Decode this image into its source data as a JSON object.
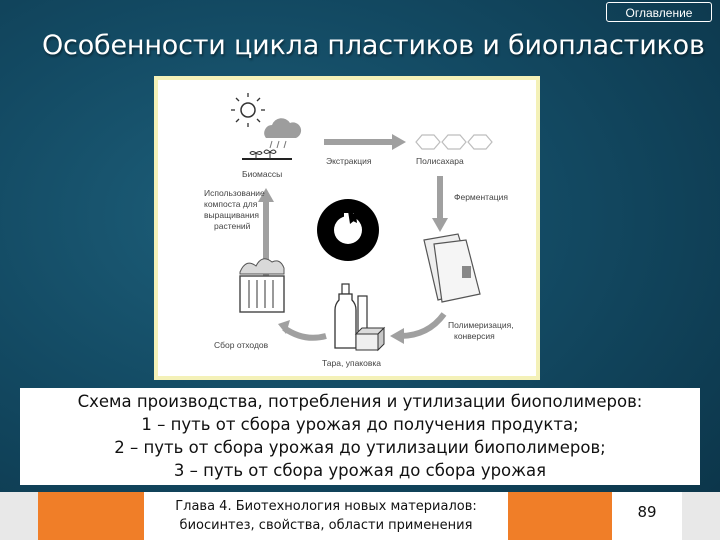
{
  "toc_button": {
    "label": "Оглавление"
  },
  "slide": {
    "title": "Особенности цикла пластиков и биопластиков"
  },
  "diagram": {
    "labels": {
      "biomass": "Биомассы",
      "extraction": "Экстракция",
      "polysaccharides": "Полисахара",
      "fermentation": "Ферментация",
      "compost_line1": "Использование",
      "compost_line2": "компоста для",
      "compost_line3": "выращивания",
      "compost_line4": "растений",
      "polymerization_line1": "Полимеризация,",
      "polymerization_line2": "конверсия",
      "packaging": "Тара, упаковка",
      "waste": "Сбор отходов"
    }
  },
  "caption": {
    "line1": "Схема производства, потребления и утилизации биополимеров:",
    "line2": "1 – путь от сбора урожая до получения продукта;",
    "line3": "2 – путь от сбора урожая до утилизации биополимеров;",
    "line4": "3 – путь от сбора урожая до сбора урожая"
  },
  "footer": {
    "chapter_line1": "Глава 4. Биотехнология новых материалов:",
    "chapter_line2": "биосинтез, свойства, области применения",
    "page_number": "89"
  },
  "colors": {
    "background": "#134a63",
    "footer_accent": "#f07e28",
    "figure_border": "#f4f1b8"
  }
}
